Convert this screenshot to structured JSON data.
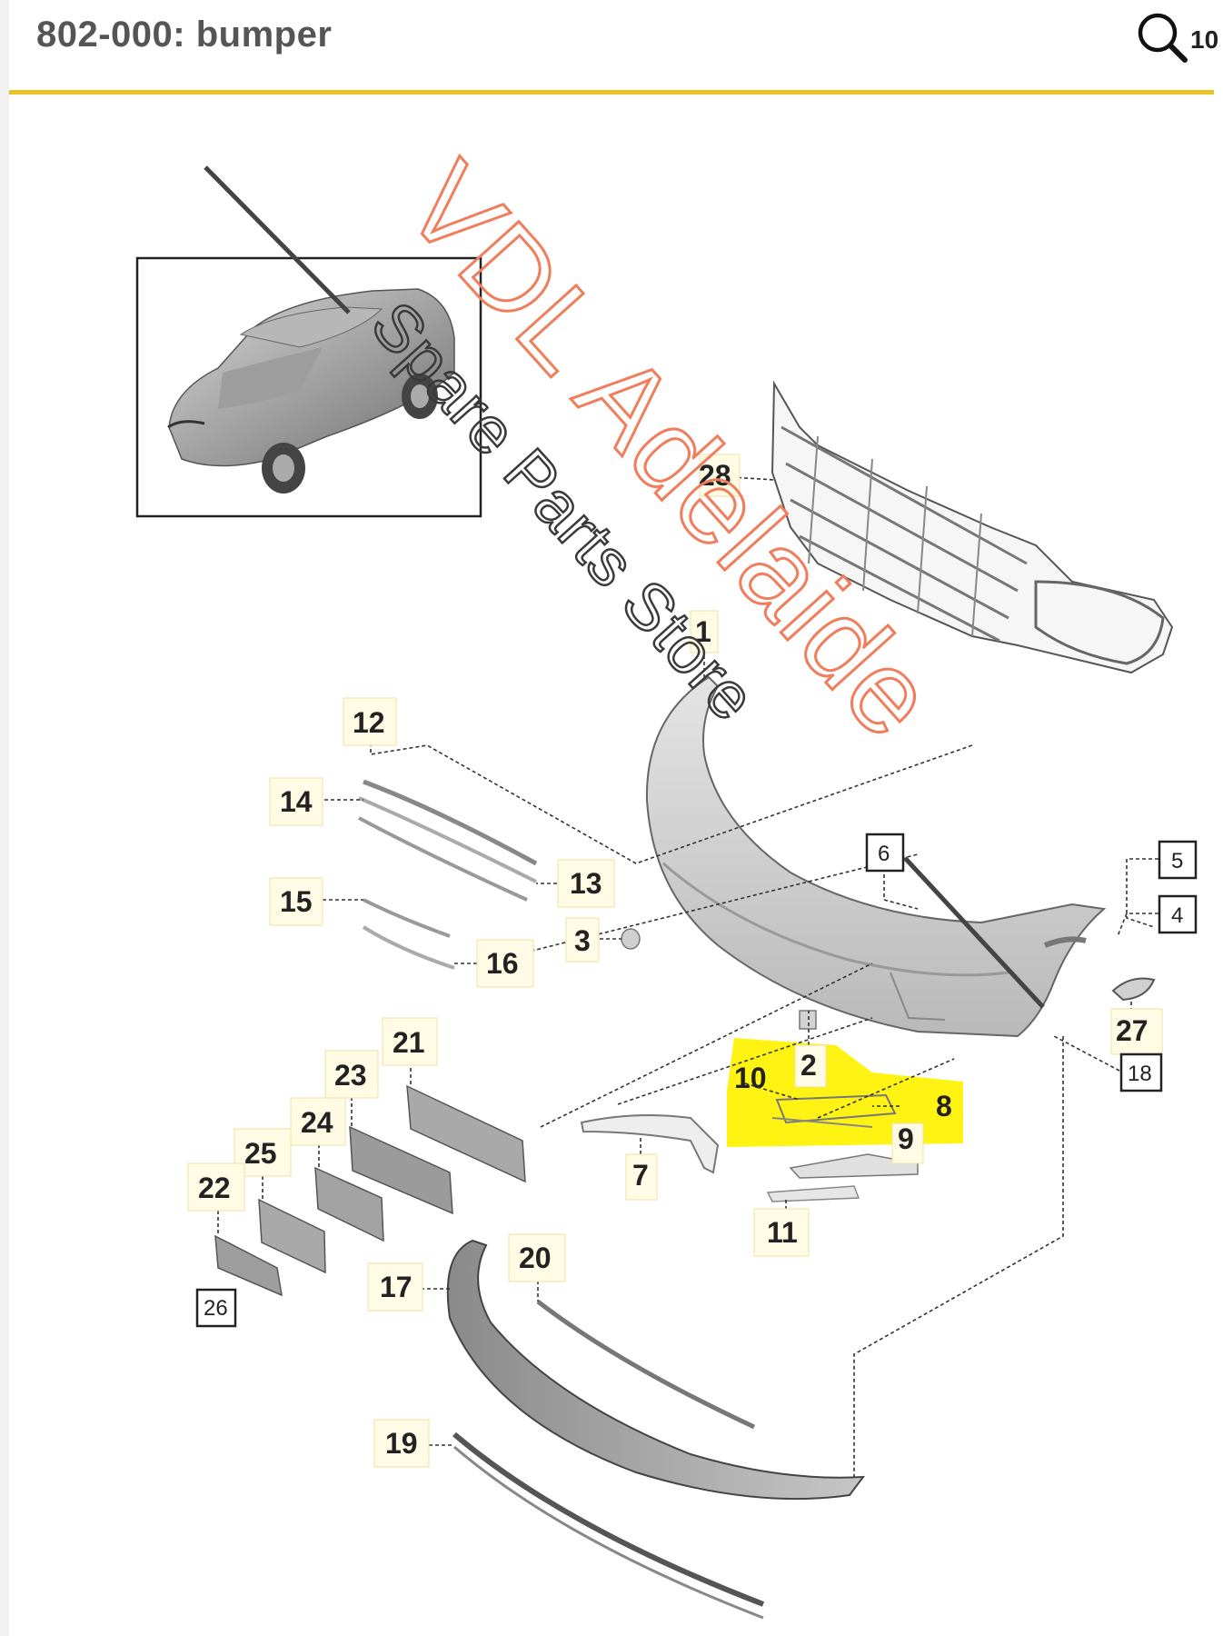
{
  "header": {
    "title": "802-000: bumper",
    "zoom_label": "10"
  },
  "watermark": {
    "line1": "VDL Adelaide",
    "line2": "Spare Parts Store"
  },
  "callouts": [
    "28",
    "1",
    "12",
    "14",
    "13",
    "15",
    "3",
    "16",
    "6",
    "5",
    "4",
    "27",
    "18",
    "21",
    "23",
    "24",
    "25",
    "22",
    "26",
    "2",
    "10",
    "8",
    "9",
    "7",
    "11",
    "17",
    "20",
    "19"
  ],
  "highlight_color": "#fff200",
  "accent_color": "#e9c229"
}
